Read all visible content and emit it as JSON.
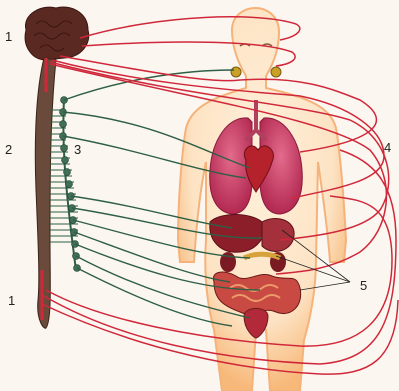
{
  "labels": {
    "l1_top": "1",
    "l2": "2",
    "l3": "3",
    "l4": "4",
    "l1_bottom": "1",
    "l5": "5"
  },
  "colors": {
    "sympathetic": "#2f5f45",
    "parasympathetic": "#d0283a",
    "brain": "#5a2a22",
    "body_fill": "#fde3c4",
    "body_edge": "#f7c08c",
    "organ_red": "#b2263a",
    "lung": "#cc4a6e"
  }
}
